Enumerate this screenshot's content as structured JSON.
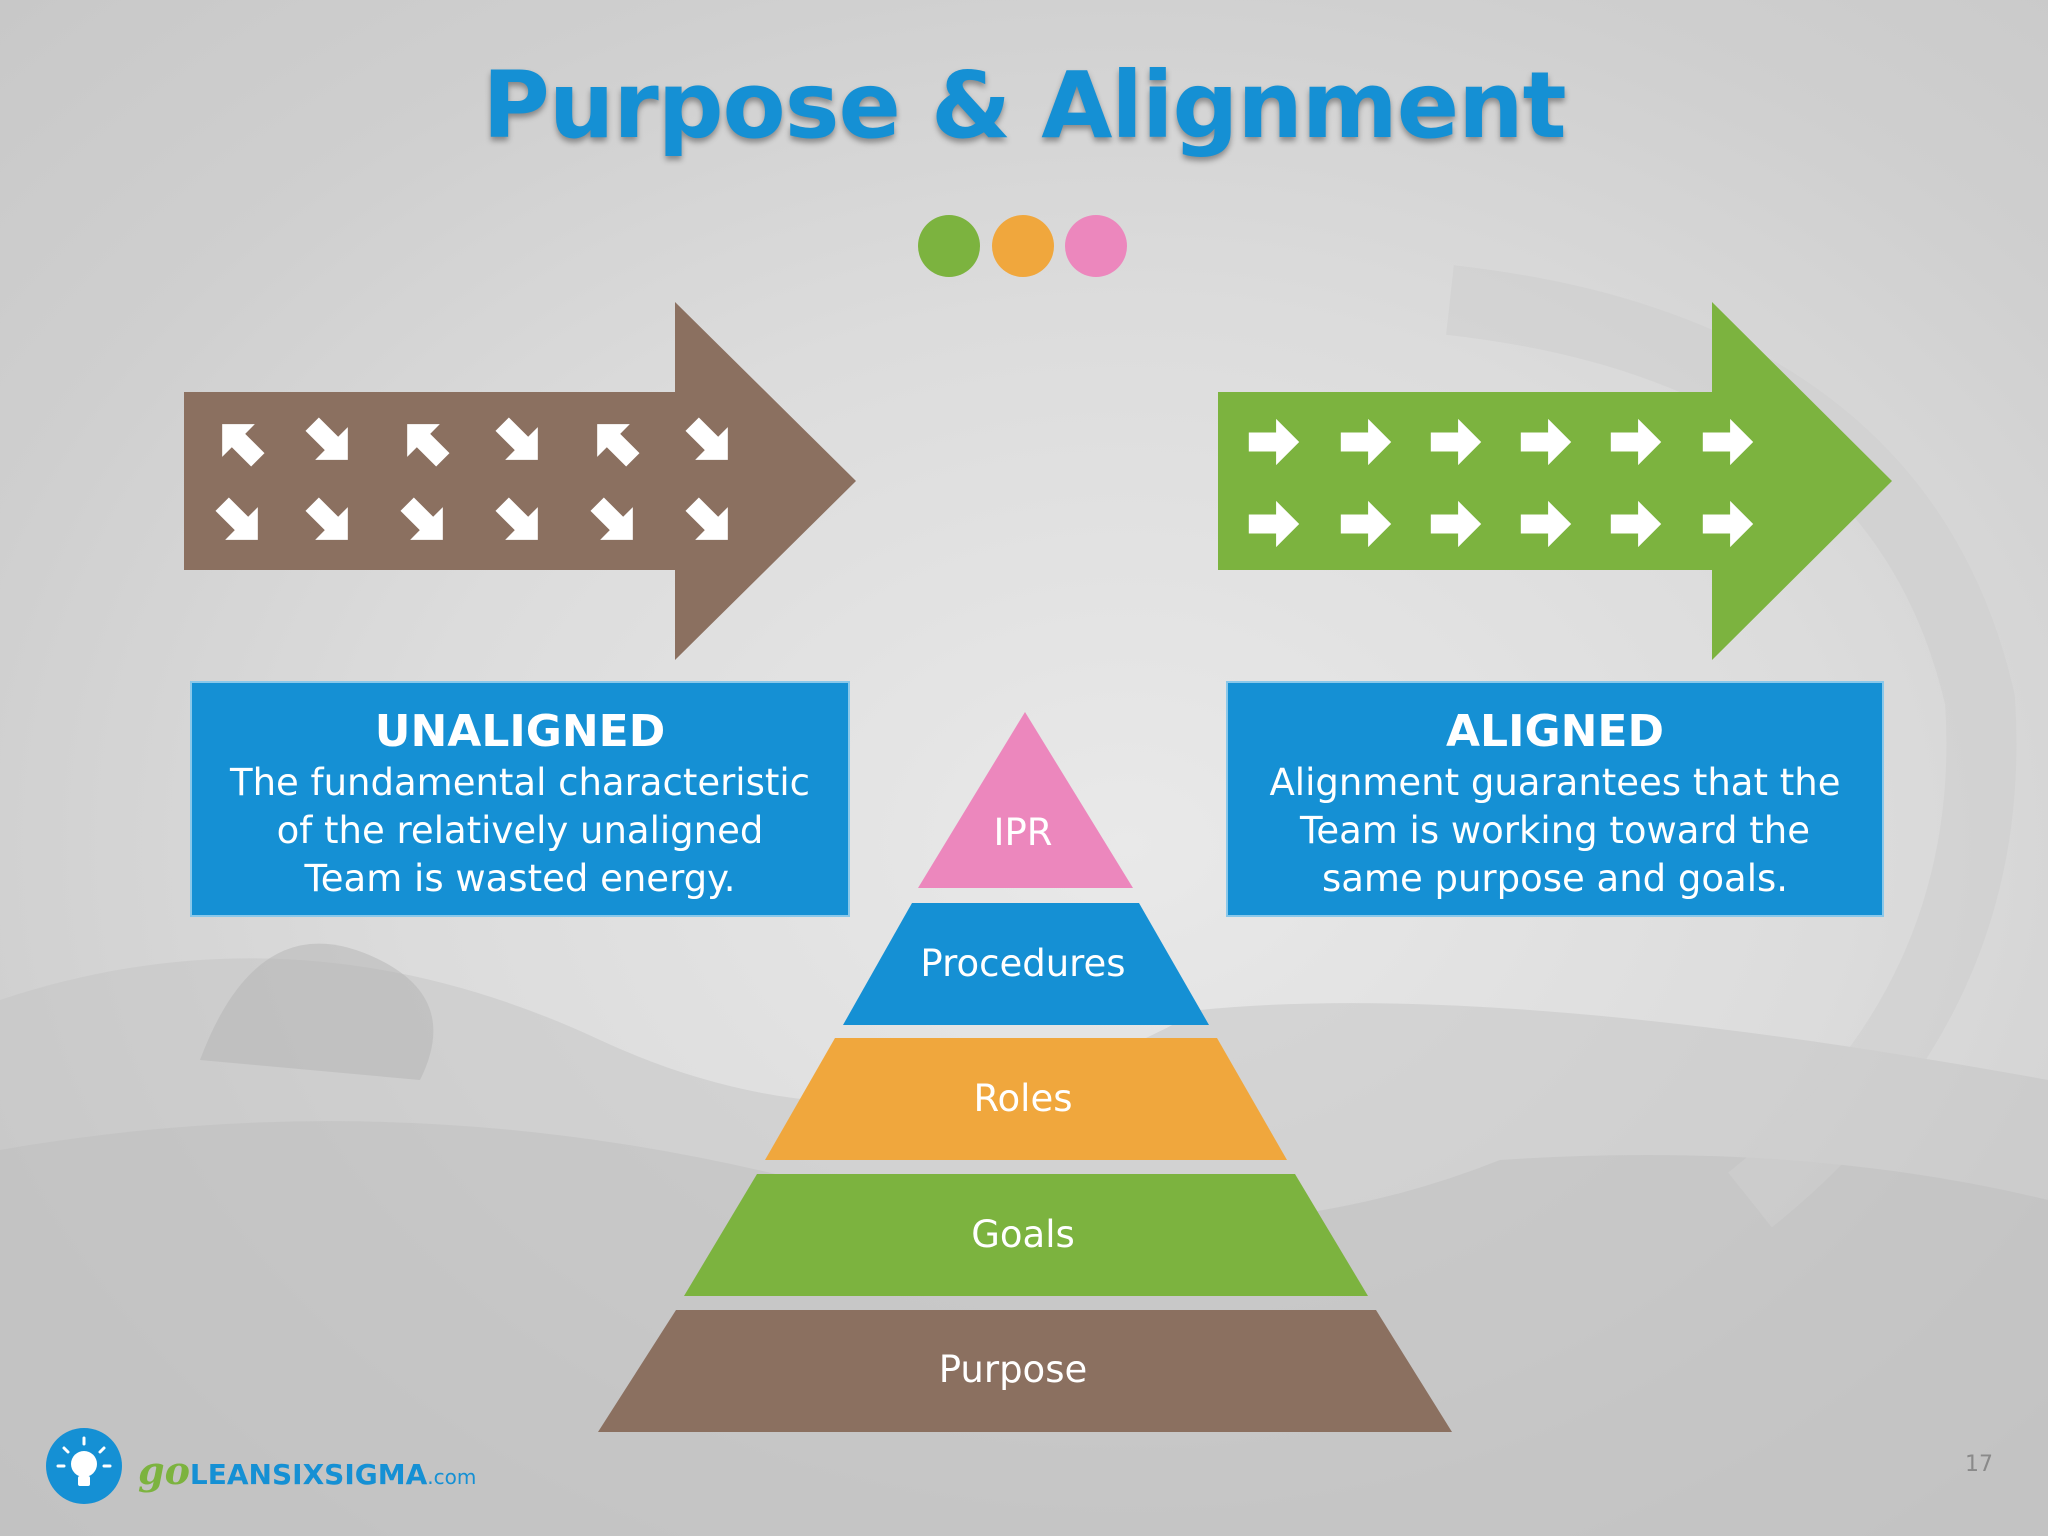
{
  "title": "Purpose & Alignment",
  "colors": {
    "title": "#1590d4",
    "blue": "#1590d4",
    "brown": "#8b7060",
    "green": "#7cb33f",
    "orange": "#f0a73d",
    "pink": "#ec87bd",
    "logo_green": "#7cb33f",
    "logo_blue": "#1590d4"
  },
  "dots": [
    "green",
    "orange",
    "pink"
  ],
  "unaligned": {
    "heading": "UNALIGNED",
    "line1": "The fundamental characteristic",
    "line2": "of the relatively unaligned",
    "line3": "Team is wasted energy."
  },
  "aligned": {
    "heading": "ALIGNED",
    "line1": "Alignment guarantees that the",
    "line2": "Team is working toward the",
    "line3": "same purpose and goals."
  },
  "pyramid": [
    {
      "label": "IPR",
      "color": "pink"
    },
    {
      "label": "Procedures",
      "color": "blue"
    },
    {
      "label": "Roles",
      "color": "orange"
    },
    {
      "label": "Goals",
      "color": "green"
    },
    {
      "label": "Purpose",
      "color": "brown"
    }
  ],
  "logo": {
    "go": "go",
    "name": "LEANSIXSIGMA",
    "suffix": ".com",
    "icon": "lightbulb-icon"
  },
  "page_number": "17"
}
